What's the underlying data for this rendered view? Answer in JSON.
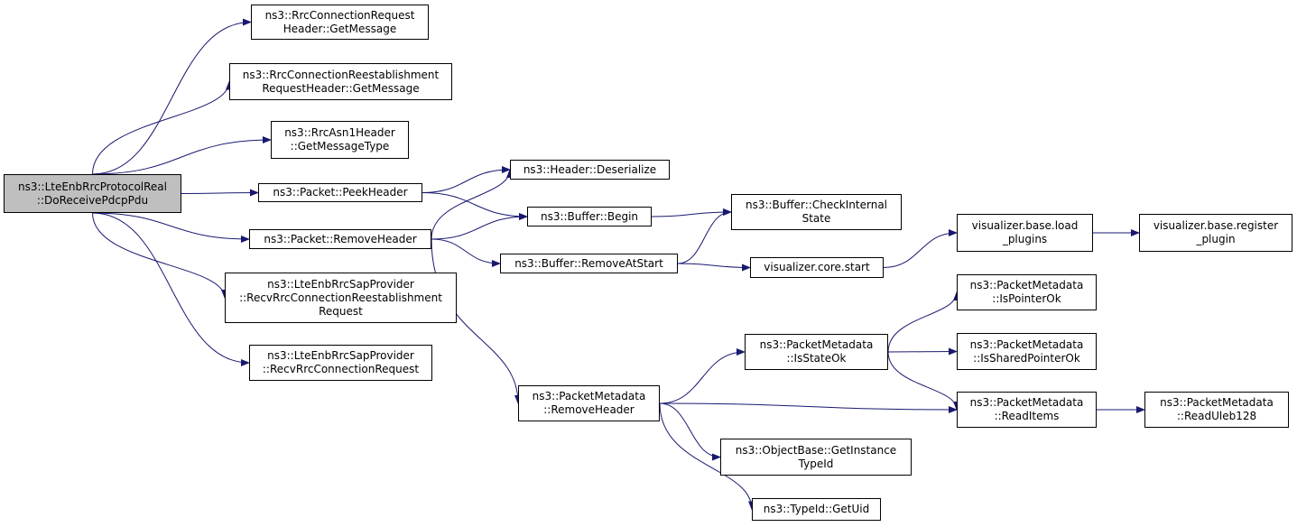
{
  "colors": {
    "edge": "#191970",
    "root_fill": "#bfbfbf",
    "node_fill": "#ffffff",
    "border": "#000000"
  },
  "nodes": [
    {
      "id": "root",
      "lines": [
        "ns3::LteEnbRrcProtocolReal",
        "::DoReceivePdcpPdu"
      ]
    },
    {
      "id": "rrc_conn_req_getmsg",
      "lines": [
        "ns3::RrcConnectionRequest",
        "Header::GetMessage"
      ]
    },
    {
      "id": "rrc_reest_getmsg",
      "lines": [
        "ns3::RrcConnectionReestablishment",
        "RequestHeader::GetMessage"
      ]
    },
    {
      "id": "asn1_getmsgtype",
      "lines": [
        "ns3::RrcAsn1Header",
        "::GetMessageType"
      ]
    },
    {
      "id": "peekheader",
      "lines": [
        "ns3::Packet::PeekHeader"
      ]
    },
    {
      "id": "removeheader",
      "lines": [
        "ns3::Packet::RemoveHeader"
      ]
    },
    {
      "id": "sap_reest",
      "lines": [
        "ns3::LteEnbRrcSapProvider",
        "::RecvRrcConnectionReestablishment",
        "Request"
      ]
    },
    {
      "id": "sap_connreq",
      "lines": [
        "ns3::LteEnbRrcSapProvider",
        "::RecvRrcConnectionRequest"
      ]
    },
    {
      "id": "hdr_deserialize",
      "lines": [
        "ns3::Header::Deserialize"
      ]
    },
    {
      "id": "buf_begin",
      "lines": [
        "ns3::Buffer::Begin"
      ]
    },
    {
      "id": "buf_removeatstart",
      "lines": [
        "ns3::Buffer::RemoveAtStart"
      ]
    },
    {
      "id": "pm_removeheader",
      "lines": [
        "ns3::PacketMetadata",
        "::RemoveHeader"
      ]
    },
    {
      "id": "buf_checkinternal",
      "lines": [
        "ns3::Buffer::CheckInternal",
        "State"
      ]
    },
    {
      "id": "vis_core_start",
      "lines": [
        "visualizer.core.start"
      ]
    },
    {
      "id": "pm_isstateok",
      "lines": [
        "ns3::PacketMetadata",
        "::IsStateOk"
      ]
    },
    {
      "id": "ob_getinstancetypeid",
      "lines": [
        "ns3::ObjectBase::GetInstance",
        "TypeId"
      ]
    },
    {
      "id": "typeid_getuid",
      "lines": [
        "ns3::TypeId::GetUid"
      ]
    },
    {
      "id": "vis_load_plugins",
      "lines": [
        "visualizer.base.load",
        "_plugins"
      ]
    },
    {
      "id": "vis_register_plugin",
      "lines": [
        "visualizer.base.register",
        "_plugin"
      ]
    },
    {
      "id": "pm_ispointerok",
      "lines": [
        "ns3::PacketMetadata",
        "::IsPointerOk"
      ]
    },
    {
      "id": "pm_issharedpointerok",
      "lines": [
        "ns3::PacketMetadata",
        "::IsSharedPointerOk"
      ]
    },
    {
      "id": "pm_readitems",
      "lines": [
        "ns3::PacketMetadata",
        "::ReadItems"
      ]
    },
    {
      "id": "pm_readuleb128",
      "lines": [
        "ns3::PacketMetadata",
        "::ReadUleb128"
      ]
    }
  ],
  "edges": [
    [
      "root",
      "rrc_conn_req_getmsg"
    ],
    [
      "root",
      "rrc_reest_getmsg"
    ],
    [
      "root",
      "asn1_getmsgtype"
    ],
    [
      "root",
      "peekheader"
    ],
    [
      "root",
      "removeheader"
    ],
    [
      "root",
      "sap_reest"
    ],
    [
      "root",
      "sap_connreq"
    ],
    [
      "peekheader",
      "hdr_deserialize"
    ],
    [
      "peekheader",
      "buf_begin"
    ],
    [
      "removeheader",
      "hdr_deserialize"
    ],
    [
      "removeheader",
      "buf_begin"
    ],
    [
      "removeheader",
      "buf_removeatstart"
    ],
    [
      "removeheader",
      "pm_removeheader"
    ],
    [
      "buf_begin",
      "buf_checkinternal"
    ],
    [
      "buf_removeatstart",
      "buf_checkinternal"
    ],
    [
      "buf_removeatstart",
      "vis_core_start"
    ],
    [
      "vis_core_start",
      "vis_load_plugins"
    ],
    [
      "vis_load_plugins",
      "vis_register_plugin"
    ],
    [
      "pm_removeheader",
      "pm_isstateok"
    ],
    [
      "pm_removeheader",
      "pm_readitems"
    ],
    [
      "pm_removeheader",
      "ob_getinstancetypeid"
    ],
    [
      "pm_removeheader",
      "typeid_getuid"
    ],
    [
      "pm_isstateok",
      "pm_ispointerok"
    ],
    [
      "pm_isstateok",
      "pm_issharedpointerok"
    ],
    [
      "pm_isstateok",
      "pm_readitems"
    ],
    [
      "pm_readitems",
      "pm_readuleb128"
    ]
  ]
}
